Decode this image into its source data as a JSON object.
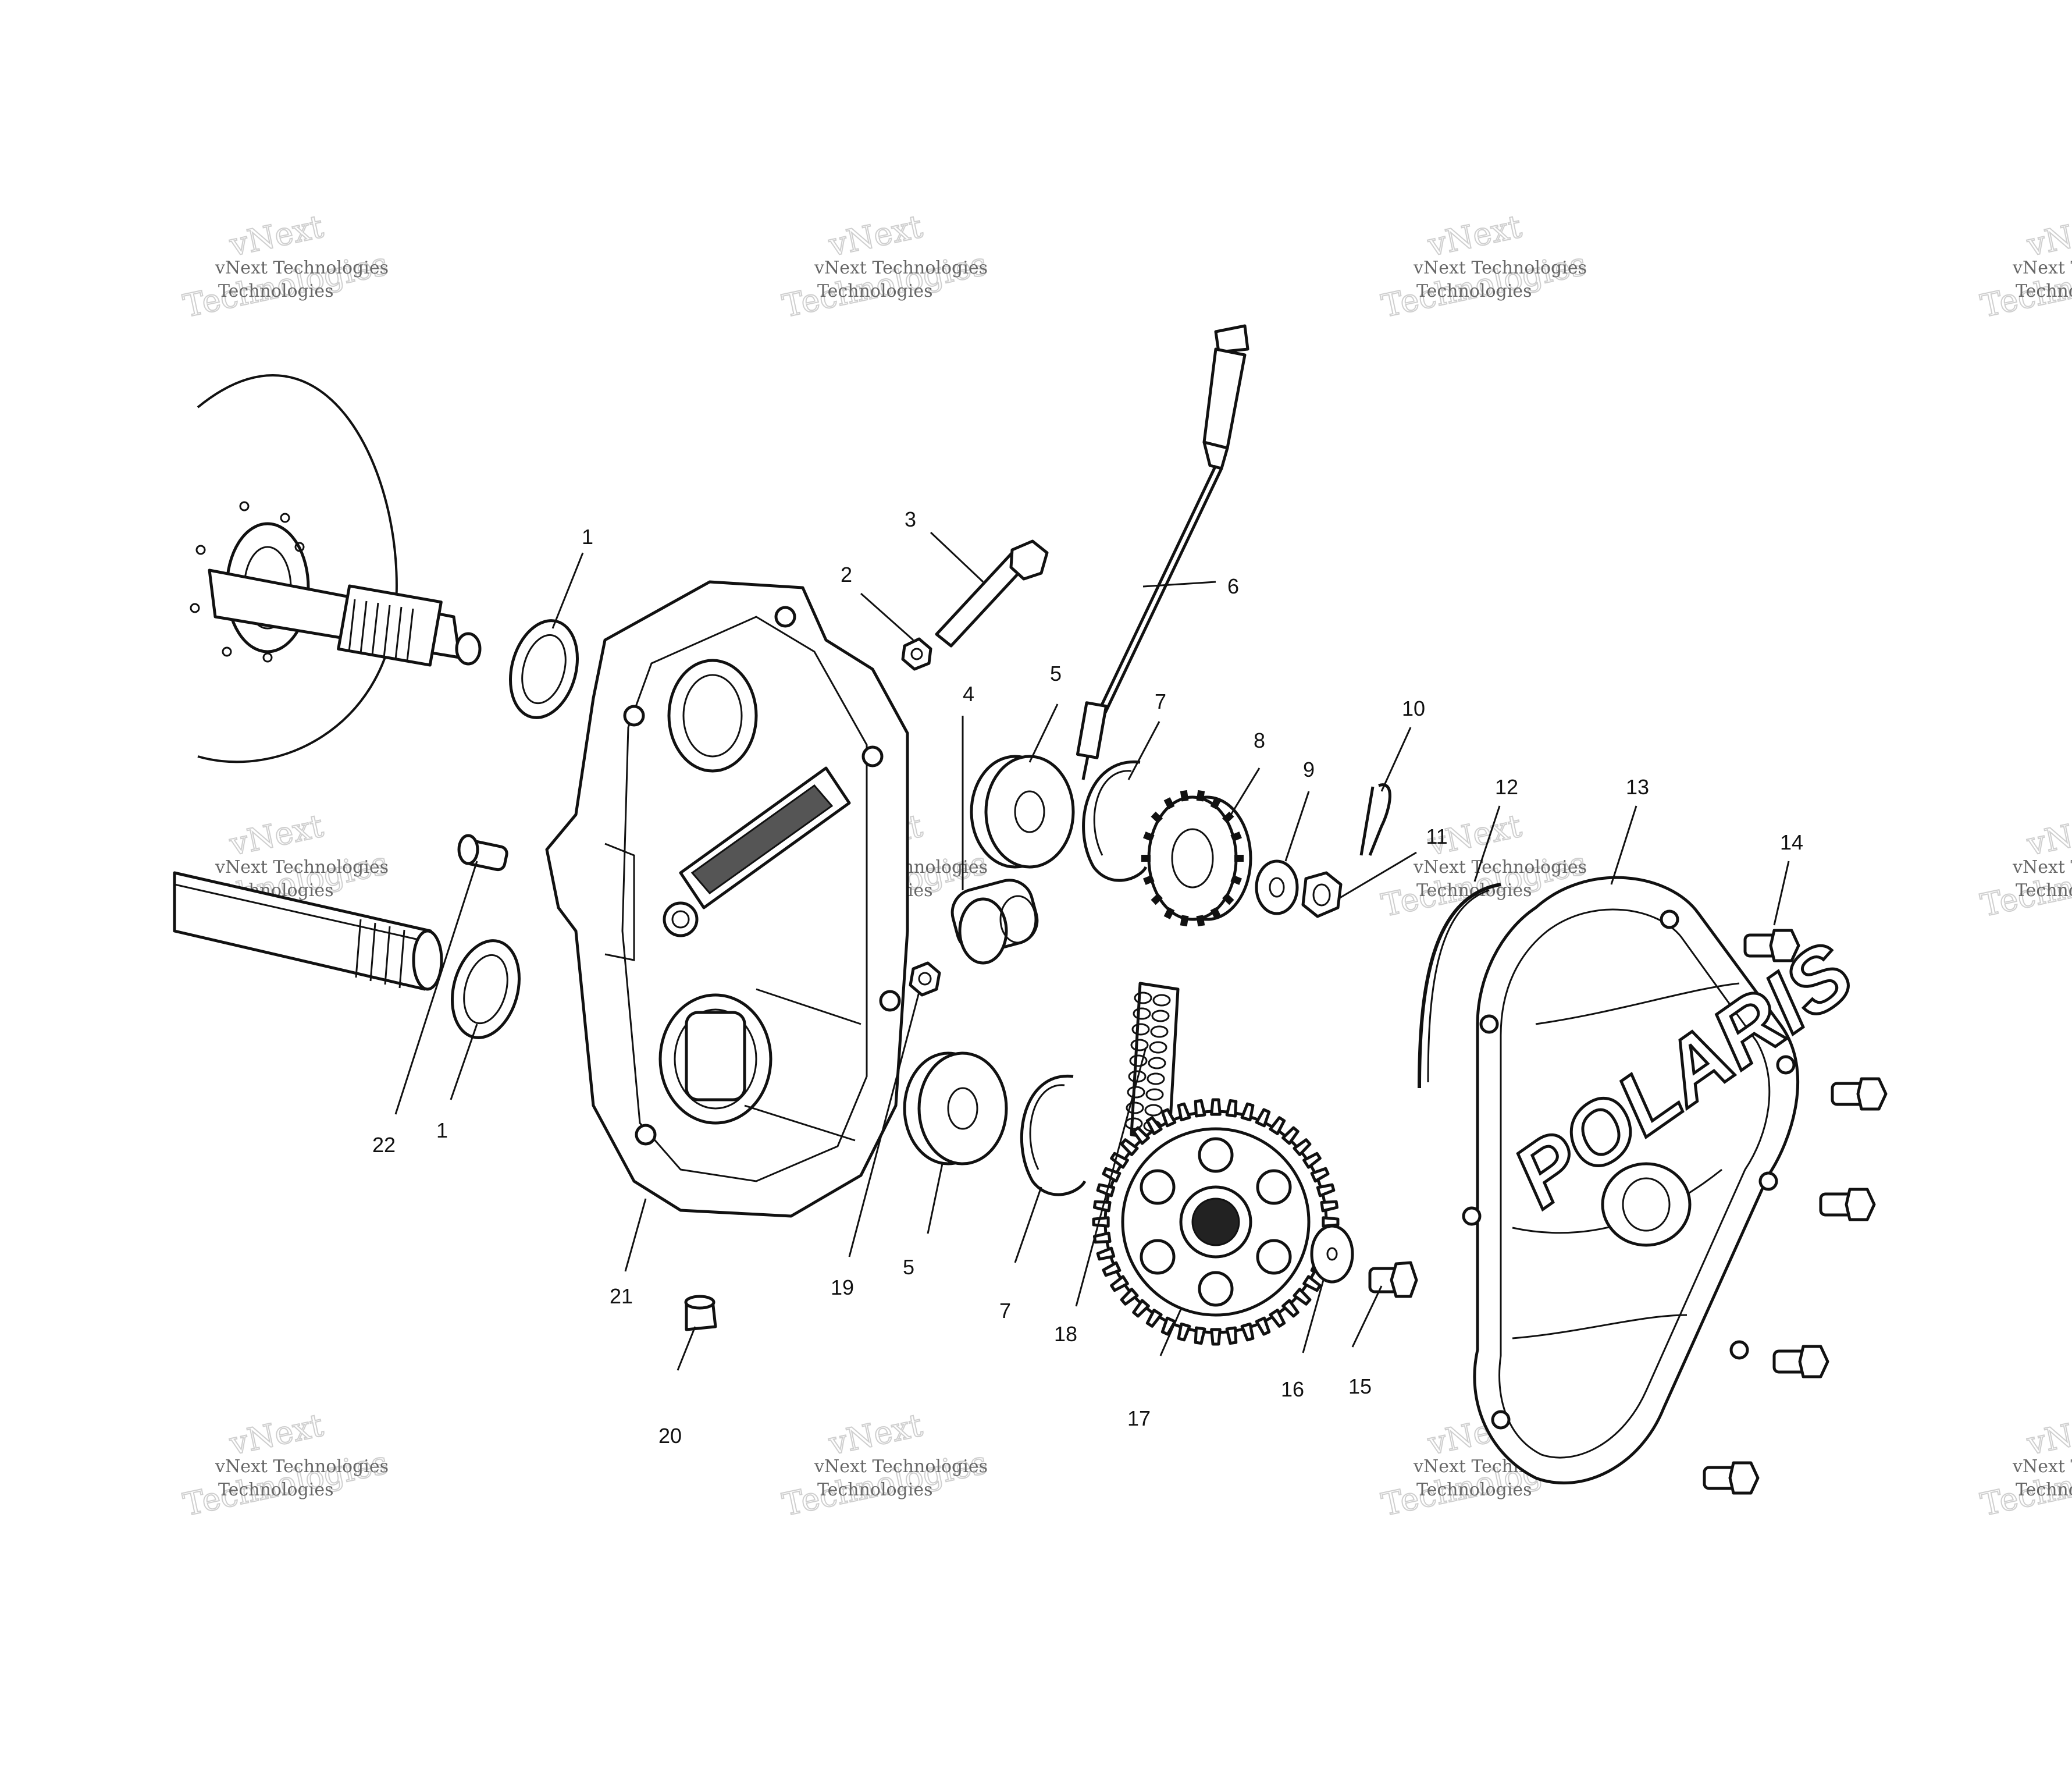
{
  "diagram": {
    "callouts": [
      {
        "label": "1"
      },
      {
        "label": "2"
      },
      {
        "label": "3"
      },
      {
        "label": "4"
      },
      {
        "label": "5"
      },
      {
        "label": "6"
      },
      {
        "label": "7"
      },
      {
        "label": "8"
      },
      {
        "label": "9"
      },
      {
        "label": "10"
      },
      {
        "label": "11"
      },
      {
        "label": "12"
      },
      {
        "label": "13"
      },
      {
        "label": "14"
      },
      {
        "label": "1"
      },
      {
        "label": "22"
      },
      {
        "label": "21"
      },
      {
        "label": "20"
      },
      {
        "label": "19"
      },
      {
        "label": "5"
      },
      {
        "label": "7"
      },
      {
        "label": "18"
      },
      {
        "label": "17"
      },
      {
        "label": "16"
      },
      {
        "label": "15"
      }
    ],
    "cover_logo": "POLARIS"
  },
  "watermark": {
    "small_text": "vNext Technologies",
    "big_text": "Technologies",
    "top_text": "vNext"
  },
  "colors": {
    "line": "#111111",
    "background": "#ffffff",
    "watermark": "#cfcfcf"
  }
}
